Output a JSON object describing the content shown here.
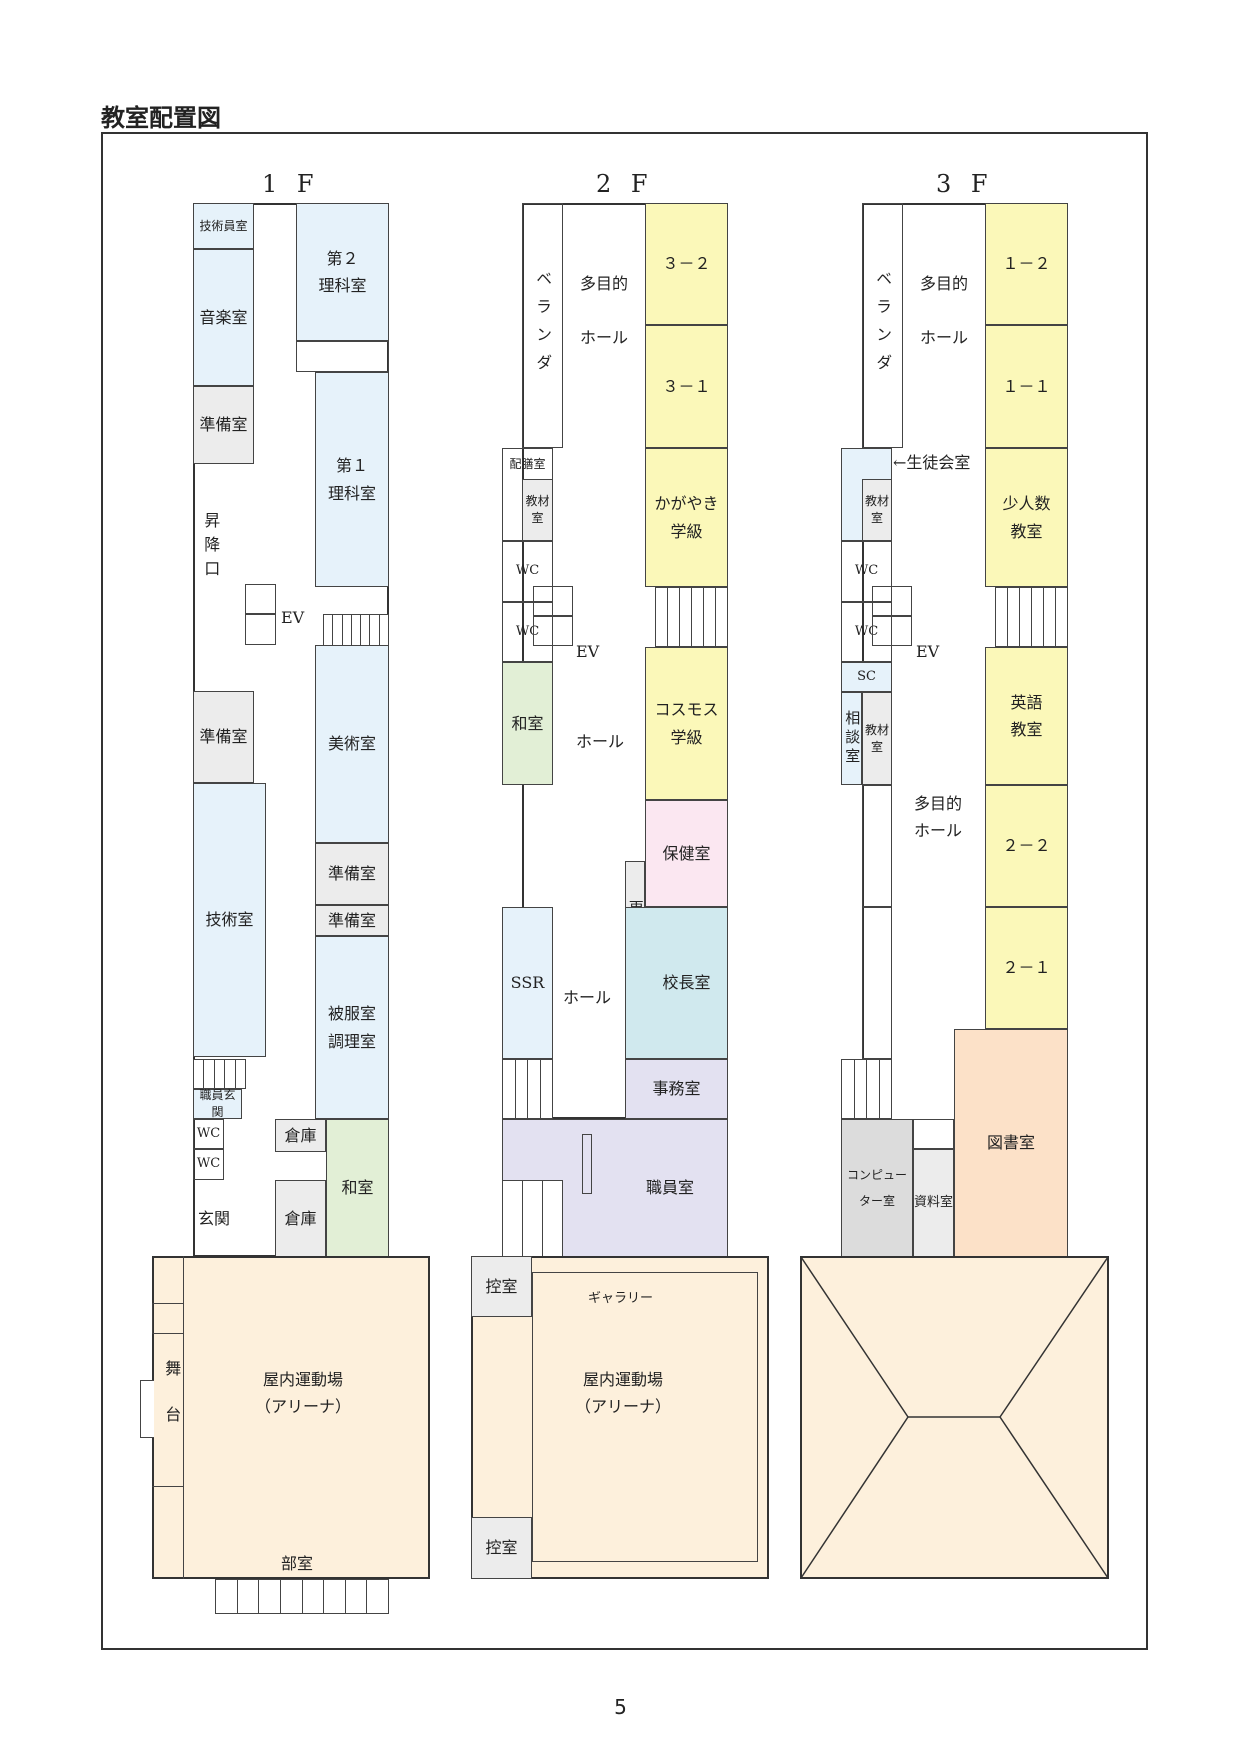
{
  "title": "教室配置図",
  "page_number": "5",
  "floors": {
    "f1": {
      "label": "1 F",
      "rooms": {
        "gijutsuin": "技術員室",
        "ongaku": "音楽室",
        "rika2": "第２\n理科室",
        "junbi_a": "準備室",
        "rika1": "第１\n理科室",
        "shokoguchi": "昇降口",
        "ev": "EV",
        "junbi_b": "準備室",
        "bijutsu": "美術室",
        "gijutsu": "技術室",
        "junbi_c": "準備室",
        "junbi_d": "準備室",
        "hifuku": "被服室\n調理室",
        "shokuin_genkan": "職員玄関",
        "wc1": "WC",
        "wc2": "WC",
        "souko1": "倉庫",
        "souko2": "倉庫",
        "washitsu": "和室",
        "genkan": "玄関",
        "arena": "屋内運動場\n（アリーナ）",
        "butai": "舞台",
        "bushitsu": "部室"
      }
    },
    "f2": {
      "label": "2 F",
      "rooms": {
        "veranda": "ベランダ",
        "tamokuteki": "多目的\n\nホール",
        "r32": "３－２",
        "r31": "３－１",
        "haizen": "配膳室",
        "kyozai": "教材室",
        "kagayaki": "かがやき\n学級",
        "wc1": "WC",
        "wc2": "WC",
        "ev": "EV",
        "washitsu": "和室",
        "hall1": "ホール",
        "cosmos": "コスモス\n学級",
        "hoken": "保健室",
        "koui": "更衣",
        "ssr": "SSR",
        "hall2": "ホール",
        "kocho": "校長室",
        "jimu": "事務室",
        "shokuin": "職員室",
        "hikae1": "控室",
        "gallery": "ギャラリー",
        "arena": "屋内運動場\n（アリーナ）",
        "hikae2": "控室"
      }
    },
    "f3": {
      "label": "3 F",
      "rooms": {
        "veranda": "ベランダ",
        "tamokuteki1": "多目的\n\nホール",
        "r12": "１－２",
        "r11": "１－１",
        "seitokai": "←生徒会室",
        "kyozai1": "教材室",
        "shoninzu": "少人数\n教室",
        "wc1": "WC",
        "wc2": "WC",
        "ev": "EV",
        "sc": "SC",
        "sodan": "相談室",
        "kyozai2": "教材室",
        "eigo": "英語\n教室",
        "tamokuteki2": "多目的\nホール",
        "r22": "２－２",
        "r21": "２－１",
        "computer": "コンピュー\nター室",
        "shiryo": "資料室",
        "tosho": "図書室"
      }
    }
  }
}
